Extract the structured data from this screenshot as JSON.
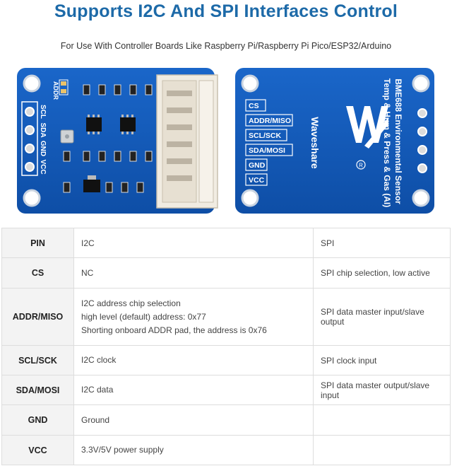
{
  "header": {
    "title": "Supports I2C And SPI Interfaces Control",
    "subtitle": "For Use With Controller Boards Like Raspberry Pi/Raspberry Pi Pico/ESP32/Arduino"
  },
  "front_board": {
    "addr_label": "ADDR",
    "pin_labels": [
      "SCL",
      "SDA",
      "GND",
      "VCC"
    ]
  },
  "back_board": {
    "pin_labels": [
      "CS",
      "ADDR/MISO",
      "SCL/SCK",
      "SDA/MOSI",
      "GND",
      "VCC"
    ],
    "brand": "Waveshare",
    "product_line1": "BME688 Environmental Sensor",
    "product_line2": "Temp & Hum & Press & Gas (AI)",
    "registered_mark": "R"
  },
  "table": {
    "header": {
      "pin": "PIN",
      "i2c": "I2C",
      "spi": "SPI"
    },
    "rows": [
      {
        "pin": "CS",
        "i2c": [
          "NC"
        ],
        "spi": "SPI chip selection, low active"
      },
      {
        "pin": "ADDR/MISO",
        "i2c": [
          "I2C address chip selection",
          "high level (default) address: 0x77",
          "Shorting onboard ADDR pad, the address is 0x76"
        ],
        "spi": "SPI data master input/slave output"
      },
      {
        "pin": "SCL/SCK",
        "i2c": [
          "I2C clock"
        ],
        "spi": "SPI clock input"
      },
      {
        "pin": "SDA/MOSI",
        "i2c": [
          "I2C data"
        ],
        "spi": "SPI data master output/slave input"
      },
      {
        "pin": "GND",
        "i2c": [
          "Ground"
        ],
        "spi": ""
      },
      {
        "pin": "VCC",
        "i2c": [
          "3.3V/5V power supply"
        ],
        "spi": ""
      }
    ]
  },
  "colors": {
    "pcb": "#1259b8",
    "title": "#1d6aa8",
    "connector": "#f1ece2"
  }
}
